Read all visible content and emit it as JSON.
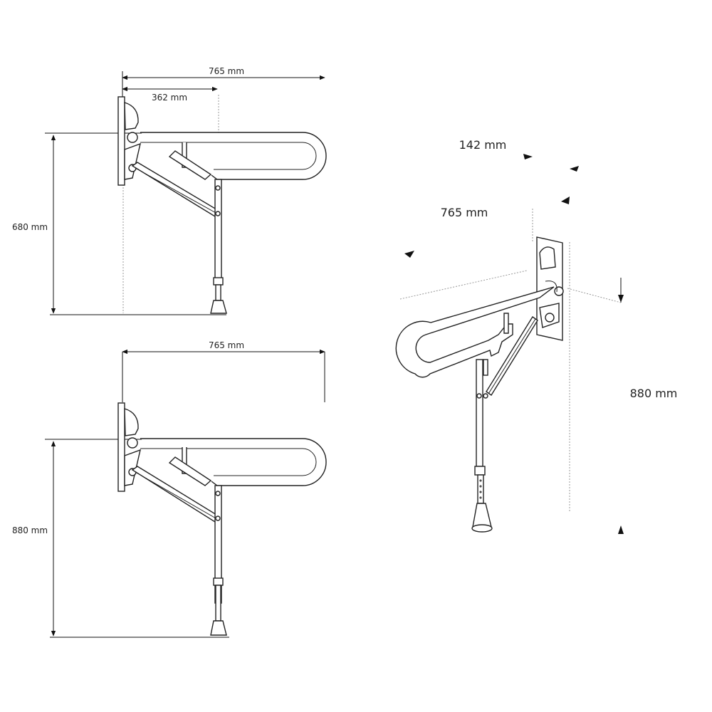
{
  "diagram": {
    "top_view": {
      "width_label": "765 mm",
      "offset_label": "362 mm",
      "height_label": "680 mm"
    },
    "bottom_view": {
      "width_label": "765 mm",
      "height_label": "880 mm"
    },
    "perspective_view": {
      "depth_label": "142 mm",
      "length_label": "765 mm",
      "height_label": "880 mm"
    }
  }
}
